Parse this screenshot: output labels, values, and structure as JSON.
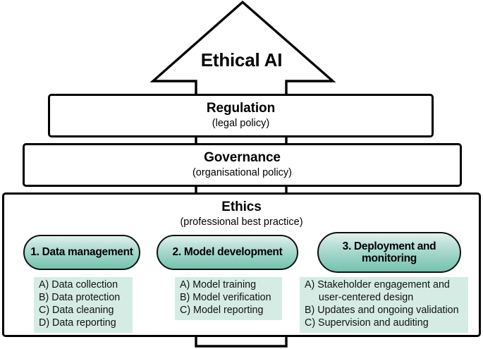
{
  "diagram": {
    "apex": {
      "label": "Ethical AI",
      "shape": "up-arrow"
    },
    "tiers": [
      {
        "id": "regulation",
        "title": "Regulation",
        "subtitle": "(legal policy)"
      },
      {
        "id": "governance",
        "title": "Governance",
        "subtitle": "(organisational policy)"
      },
      {
        "id": "ethics",
        "title": "Ethics",
        "subtitle": "(professional best practice)"
      }
    ],
    "pipeline": {
      "stages": [
        {
          "id": "data-management",
          "label": "1. Data management",
          "items": [
            "A) Data collection",
            "B) Data protection",
            "C) Data cleaning",
            "D) Data reporting"
          ]
        },
        {
          "id": "model-development",
          "label": "2. Model development",
          "items": [
            "A) Model training",
            "B) Model verification",
            "C) Model reporting"
          ]
        },
        {
          "id": "deployment-and-monitoring",
          "label": "3. Deployment and monitoring",
          "items": [
            "A) Stakeholder engagement and\n     user-centered design",
            "B) Updates and ongoing validation",
            "C) Supervision and auditing"
          ]
        }
      ],
      "connector": "arrow-right"
    },
    "colors": {
      "outline": "#000000",
      "pill_gradient_top": "#e2f2ee",
      "pill_gradient_bottom": "#74c3ae",
      "sublist_background": "#d5ece4",
      "page_background": "#ffffff"
    }
  }
}
